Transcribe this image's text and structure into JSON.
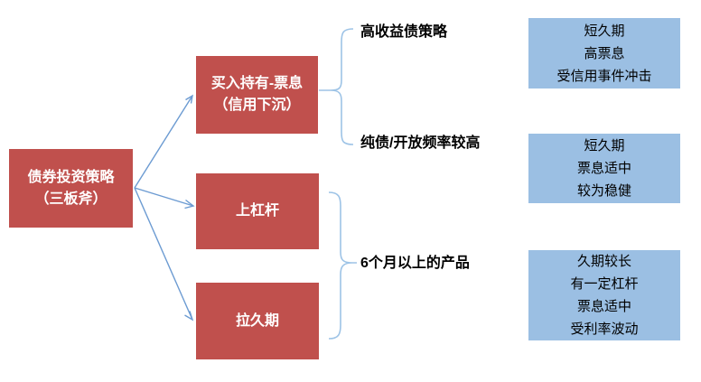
{
  "diagram": {
    "root": {
      "lines": [
        "债券投资策略",
        "（三板斧）"
      ]
    },
    "strategies": [
      {
        "lines": [
          "买入持有-票息",
          "（信用下沉）"
        ]
      },
      {
        "lines": [
          "上杠杆"
        ]
      },
      {
        "lines": [
          "拉久期"
        ]
      }
    ],
    "sub_labels": [
      {
        "text": "高收益债策略"
      },
      {
        "text": "纯债/开放频率较高"
      },
      {
        "text": "6个月以上的产品"
      }
    ],
    "outcomes": [
      {
        "lines": [
          "短久期",
          "高票息",
          "受信用事件冲击"
        ]
      },
      {
        "lines": [
          "短久期",
          "票息适中",
          "较为稳健"
        ]
      },
      {
        "lines": [
          "久期较长",
          "有一定杠杆",
          "票息适中",
          "受利率波动"
        ]
      }
    ]
  },
  "colors": {
    "red": "#C0504D",
    "blue_box": "#9BBFE3",
    "arrow": "#6C9BD2",
    "brace": "#9DC3E6",
    "box_text_white": "#FFFFFF",
    "label_text_black": "#000000"
  }
}
